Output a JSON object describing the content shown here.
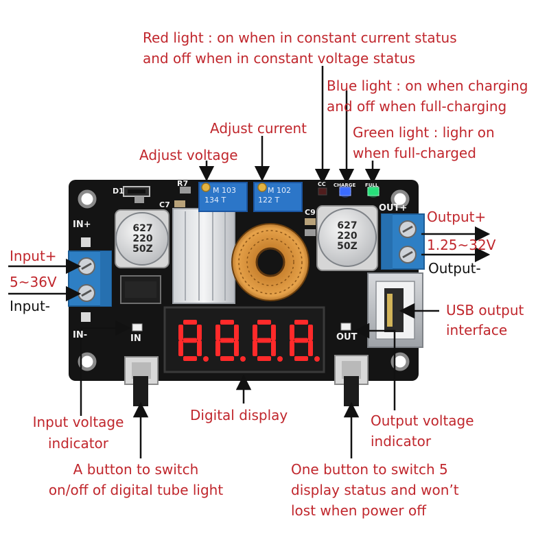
{
  "labels": {
    "red_light_line1": "Red light : on when in constant current status",
    "red_light_line2": "and off when in constant voltage status",
    "blue_light_line1": "Blue light : on when charging",
    "blue_light_line2": "and off when full-charging",
    "adjust_current": "Adjust current",
    "green_light_line1": "Green light : lighr on",
    "green_light_line2": "when full-charged",
    "adjust_voltage": "Adjust voltage",
    "output_plus": "Output+",
    "output_range": "1.25~32V",
    "output_minus": "Output-",
    "input_plus": "Input+",
    "input_range": "5~36V",
    "input_minus": "Input-",
    "usb_line1": "USB output",
    "usb_line2": "interface",
    "digital_display": "Digital display",
    "input_indicator_line1": "Input voltage",
    "input_indicator_line2": "indicator",
    "output_indicator_line1": "Output voltage",
    "output_indicator_line2": "indicator",
    "switch_light_line1": "A button to switch",
    "switch_light_line2": "on/off of digital tube light",
    "switch_status_line1": "One button to switch 5",
    "switch_status_line2": "display status and won’t",
    "switch_status_line3": "lost when power off"
  },
  "board": {
    "in_plus": "IN+",
    "in_minus": "IN-",
    "out_plus": "OUT+",
    "in_led": "IN",
    "out_led": "OUT",
    "d1": "D1",
    "c7": "C7",
    "r7": "R7",
    "c9": "C9",
    "led_cc": "CC",
    "led_charge": "CHARGE",
    "led_full": "FULL",
    "pot_left_l1": "134 T",
    "pot_left_l2": "M 103",
    "pot_right_l1": "122 T",
    "pot_right_l2": "M 102",
    "cap_left": [
      "627",
      "220",
      "50Z"
    ],
    "cap_right": [
      "627",
      "220",
      "50Z"
    ],
    "display_text": "8.8.8.8."
  },
  "colors": {
    "annotation": "#c0262c",
    "pcb": "#141414",
    "terminal": "#2e7fc4",
    "segment_on": "#ff2a2a",
    "led_red": "#ff3b3b",
    "led_blue": "#3b6cff",
    "led_green": "#27e07a"
  }
}
